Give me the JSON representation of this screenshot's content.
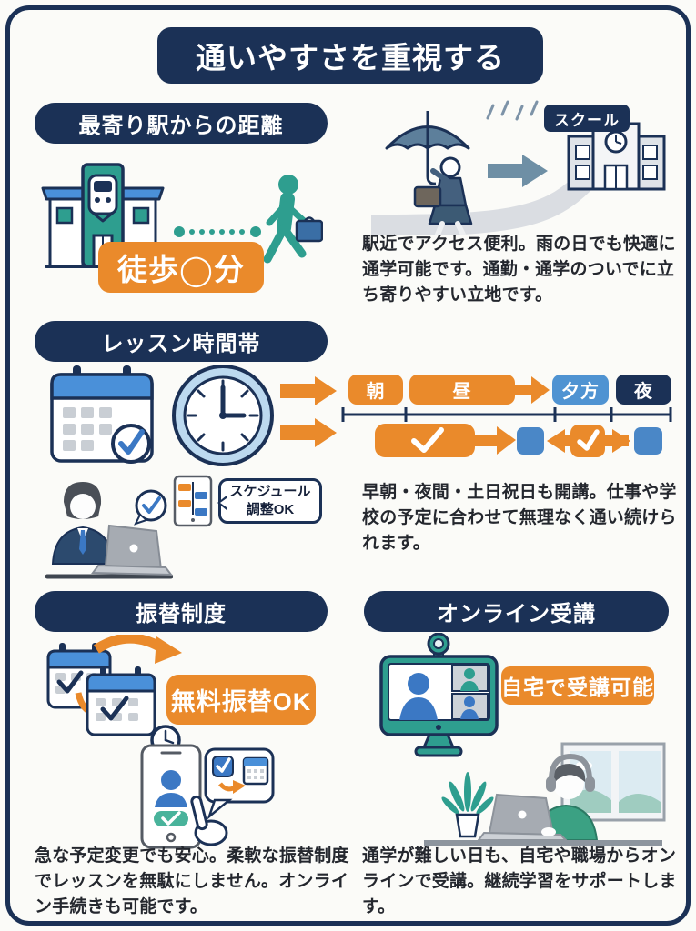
{
  "page": {
    "title": "通いやすさを重視する"
  },
  "colors": {
    "navy": "#1b3156",
    "orange": "#ea8a2b",
    "teal": "#2e9e8f",
    "blue": "#3b78c4",
    "light_blue": "#4f93d2",
    "slate": "#6e8fa5",
    "text": "#24272e",
    "background": "#fbfbf8"
  },
  "icons": {
    "check": "✓",
    "arrow_right": "→",
    "circle_placeholder": "◯"
  },
  "sections": {
    "station": {
      "header": "最寄り駅からの距離",
      "walk_badge": "徒歩◯分",
      "school_label": "スクール",
      "description": "駅近でアクセス便利。雨の日でも快適に通学可能です。通勤・通学のついでに立ち寄りやすい立地です。"
    },
    "schedule": {
      "header": "レッスン時間帯",
      "bands": [
        {
          "label": "朝",
          "color": "orange"
        },
        {
          "label": "昼",
          "color": "orange"
        },
        {
          "label": "夕方",
          "color": "blue"
        },
        {
          "label": "夜",
          "color": "navy"
        }
      ],
      "callout_line1": "スケジュール",
      "callout_line2": "調整OK",
      "description": "早朝・夜間・土日祝日も開講。仕事や学校の予定に合わせて無理なく通い続けられます。"
    },
    "makeup": {
      "header": "振替制度",
      "badge": "無料振替OK",
      "description": "急な予定変更でも安心。柔軟な振替制度でレッスンを無駄にしません。オンライン手続きも可能です。"
    },
    "online": {
      "header": "オンライン受講",
      "badge": "自宅で受講可能",
      "description": "通学が難しい日も、自宅や職場からオンラインで受講。継続学習をサポートします。"
    }
  }
}
